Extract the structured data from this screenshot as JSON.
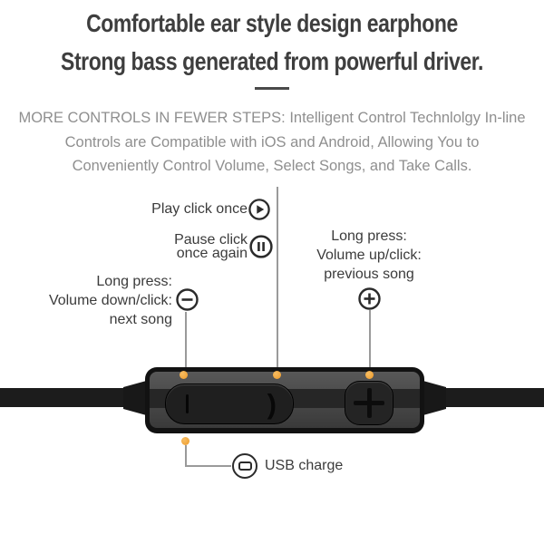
{
  "header": {
    "title_line1": "Comfortable ear style design earphone",
    "title_line2": "Strong bass generated from powerful driver."
  },
  "description": {
    "lines": [
      "MORE CONTROLS IN FEWER STEPS: Intelligent Control Technlolgy In-line",
      "Controls are Compatible with iOS and Android, Allowing You to",
      "Conveniently Control Volume, Select Songs, and Take Calls."
    ]
  },
  "annotations": {
    "play": {
      "label": "Play click once",
      "icon": "play-circle-icon"
    },
    "pause": {
      "line1": "Pause click",
      "line2": "once again",
      "icon": "pause-circle-icon"
    },
    "volume_up": {
      "line1": "Long press:",
      "line2": "Volume up/click:",
      "line3": "previous song",
      "icon": "plus-circle-icon"
    },
    "volume_down": {
      "line1": "Long press:",
      "line2": "Volume down/click:",
      "line3": "next song",
      "icon": "minus-circle-icon"
    },
    "usb": {
      "label": "USB charge",
      "icon": "usb-charge-icon"
    }
  },
  "remote": {
    "pill_left_mark": "|",
    "pill_call_glyph": ")",
    "plus_button_glyph": "+"
  },
  "colors": {
    "accent_orange": "#EE9A28",
    "leader_line": "#9A9A9A",
    "heading_text": "#3E3E3E",
    "body_text": "#8F8F8F",
    "annotation_text": "#3B3B3B",
    "icon_stroke": "#2B2B2B",
    "remote_rim": "#121212",
    "remote_face": "#4A4A4A",
    "button_face": "#1F1F1F"
  }
}
